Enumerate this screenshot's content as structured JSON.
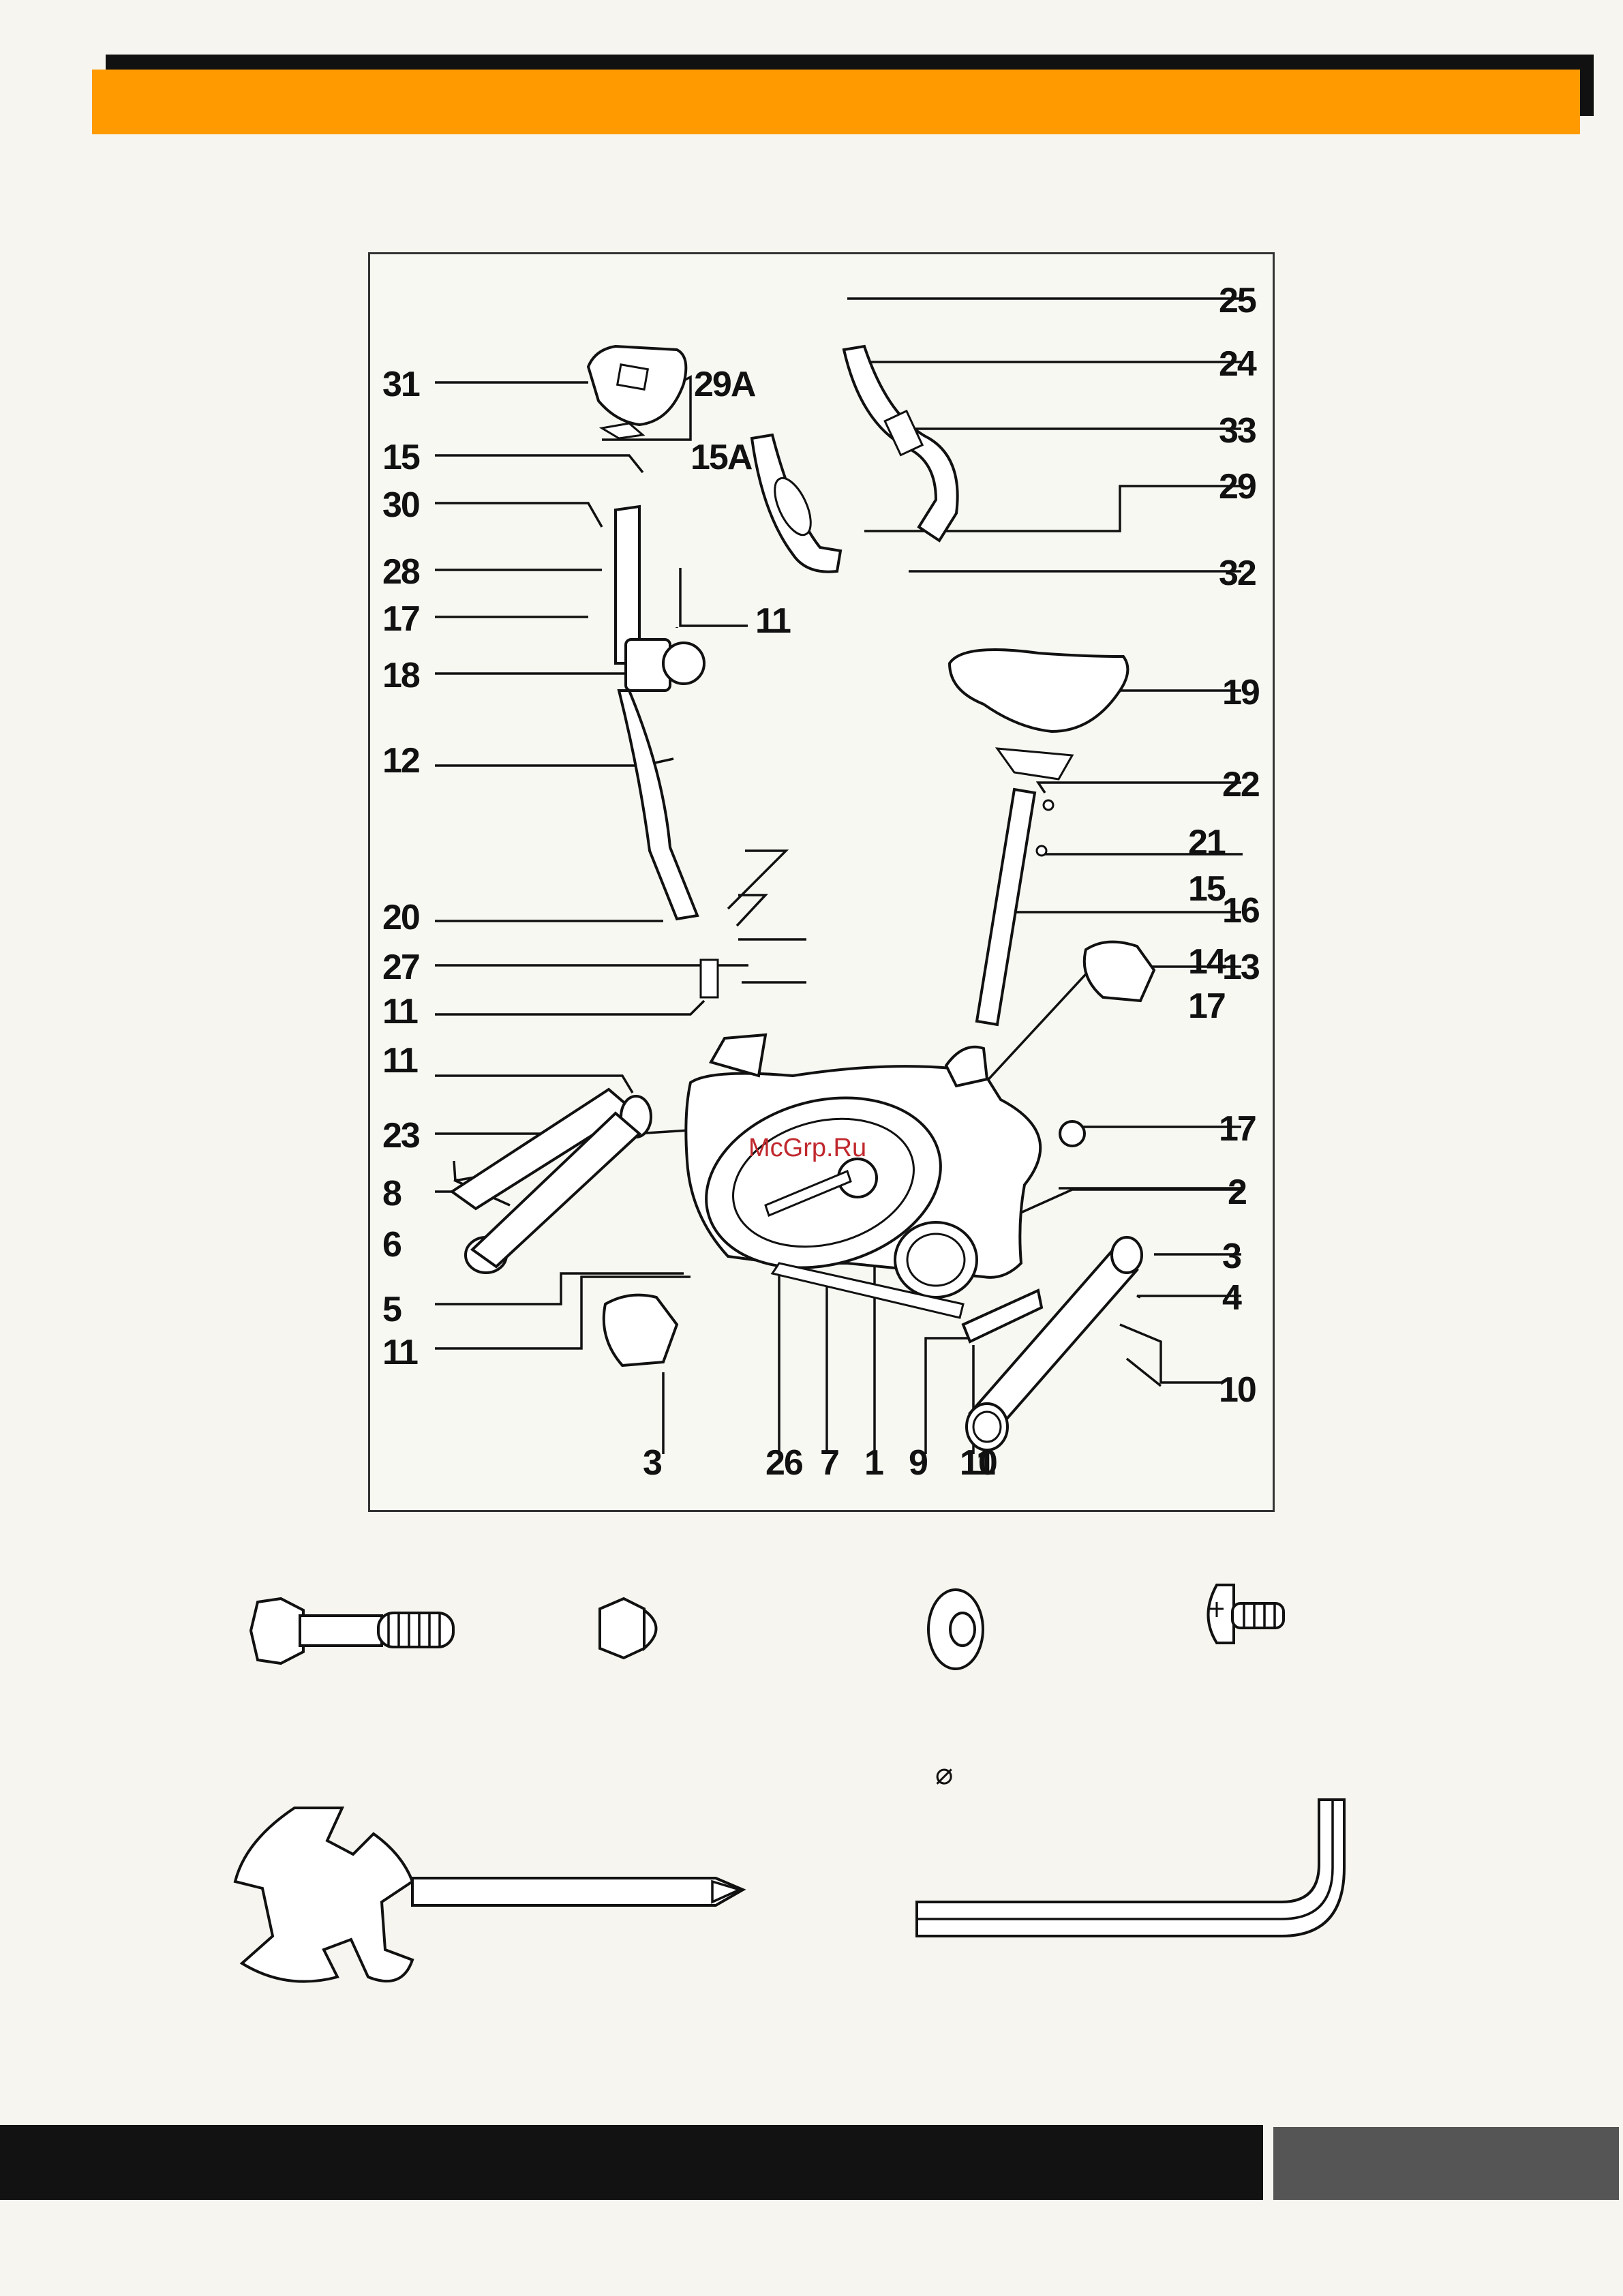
{
  "colors": {
    "header_accent": "#ff9a00",
    "header_shadow": "#111111",
    "footer_dark": "#121212",
    "footer_gray": "#555555"
  },
  "diagram": {
    "watermark": "McGrp.Ru",
    "callouts": [
      "25",
      "24",
      "33",
      "29",
      "32",
      "31",
      "29A",
      "15",
      "15A",
      "30",
      "28",
      "17",
      "11",
      "18",
      "19",
      "12",
      "22",
      "21",
      "15",
      "16",
      "20",
      "13",
      "27",
      "14",
      "17",
      "11",
      "11",
      "17",
      "23",
      "2",
      "8",
      "3",
      "6",
      "4",
      "5",
      "11",
      "10",
      "3",
      "26",
      "7",
      "1",
      "9",
      "10",
      "11"
    ]
  },
  "hardware": {
    "symbol": "⌀",
    "items": [
      "bolt-icon",
      "cap-nut-icon",
      "washer-icon",
      "button-screw-icon",
      "spanner-tool-icon",
      "allen-key-icon"
    ]
  }
}
